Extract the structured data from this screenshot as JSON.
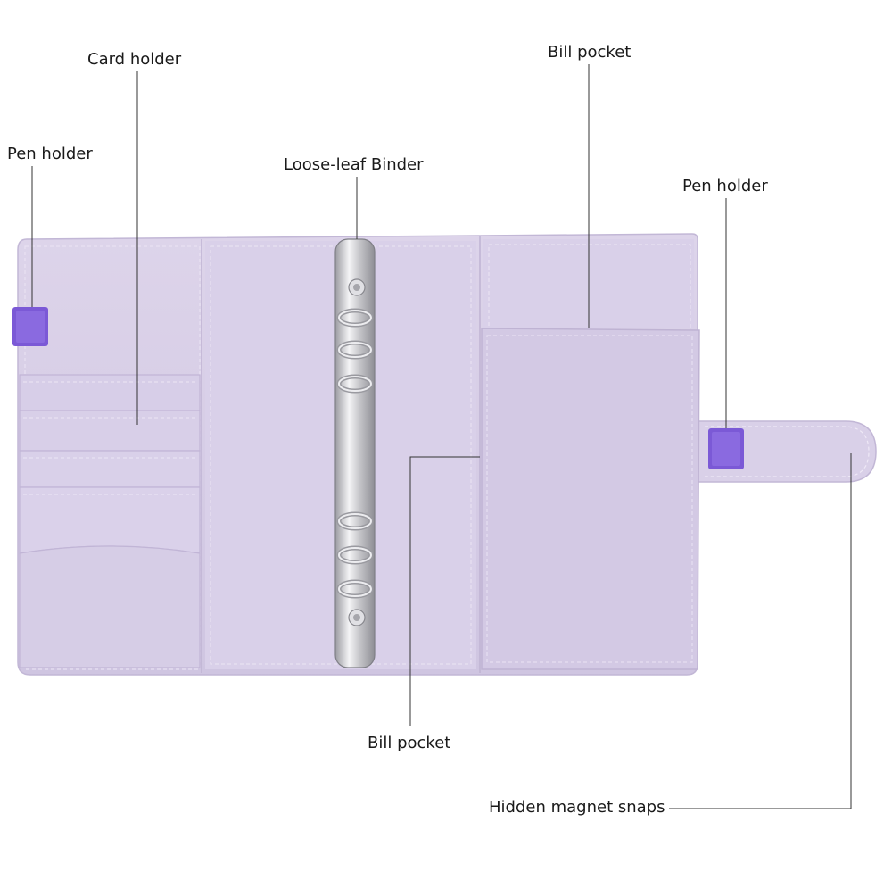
{
  "labels": {
    "card_holder": "Card holder",
    "pen_holder_left": "Pen holder",
    "loose_leaf_binder": "Loose-leaf Binder",
    "bill_pocket_top": "Bill pocket",
    "pen_holder_right": "Pen holder",
    "bill_pocket_bottom": "Bill pocket",
    "hidden_magnet_snaps": "Hidden magnet snaps"
  },
  "colors": {
    "cover": "#d6cde6",
    "cover_light": "#e1d9ee",
    "cover_mid": "#cfc5e0",
    "stitch": "#ece6f5",
    "strap": "#7b59d6",
    "metal": "#cfcfd3",
    "leader_line": "#333333"
  }
}
